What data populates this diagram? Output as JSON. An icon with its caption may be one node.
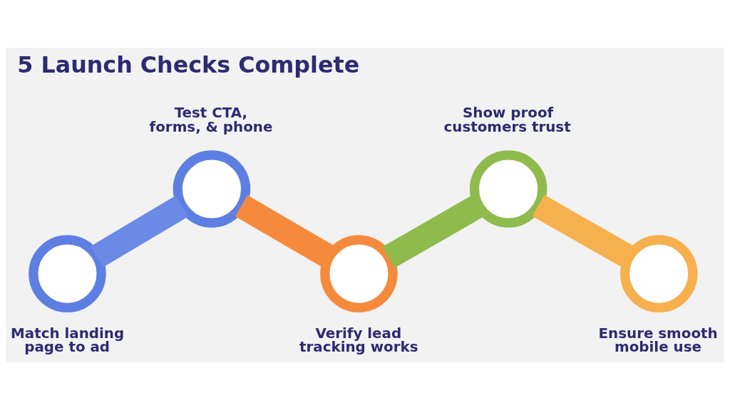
{
  "diagram": {
    "title": "5 Launch Checks Complete",
    "nodes": [
      {
        "text": [],
        "shape": "circle",
        "beside": [
          "Match landing page to ad"
        ]
      },
      {
        "text": [],
        "shape": "circle",
        "beside": [
          "Test CTA, forms, & phone"
        ]
      },
      {
        "text": [],
        "shape": "circle",
        "beside": [
          "Verify lead tracking works"
        ]
      },
      {
        "text": [],
        "shape": "circle",
        "beside": [
          "Show proof customers trust"
        ]
      },
      {
        "text": [],
        "shape": "circle",
        "beside": [
          "Ensure smooth mobile use"
        ]
      }
    ],
    "edges": [
      {
        "from": 0,
        "to": 1,
        "arrow": "none",
        "color": "#6a8ae6"
      },
      {
        "from": 1,
        "to": 2,
        "arrow": "none",
        "color": "#f58a3c"
      },
      {
        "from": 2,
        "to": 3,
        "arrow": "none",
        "color": "#8fbb4d"
      },
      {
        "from": 3,
        "to": 4,
        "arrow": "none",
        "color": "#f6b04e"
      }
    ]
  }
}
